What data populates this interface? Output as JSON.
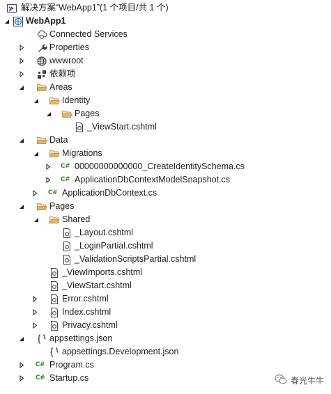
{
  "solution": {
    "label": "解决方案“WebApp1”(1 个项目/共 1 个)"
  },
  "project": {
    "label": "WebApp1"
  },
  "items": {
    "connected_services": "Connected Services",
    "properties": "Properties",
    "wwwroot": "wwwroot",
    "dependencies": "依赖项",
    "areas": "Areas",
    "identity": "Identity",
    "identity_pages": "Pages",
    "identity_viewstart": "_ViewStart.cshtml",
    "data": "Data",
    "migrations": "Migrations",
    "migration_create": "00000000000000_CreateIdentitySchema.cs",
    "migration_snapshot": "ApplicationDbContextModelSnapshot.cs",
    "app_db_context": "ApplicationDbContext.cs",
    "pages": "Pages",
    "shared": "Shared",
    "layout": "_Layout.cshtml",
    "login_partial": "_LoginPartial.cshtml",
    "validation_partial": "_ValidationScriptsPartial.cshtml",
    "view_imports": "_ViewImports.cshtml",
    "view_start": "_ViewStart.cshtml",
    "error": "Error.cshtml",
    "index": "Index.cshtml",
    "privacy": "Privacy.cshtml",
    "appsettings": "appsettings.json",
    "appsettings_dev": "appsettings.Development.json",
    "program": "Program.cs",
    "startup": "Startup.cs"
  },
  "icons": {
    "cs_glyph": "C#"
  },
  "watermark": {
    "label": "春光牛牛"
  },
  "colors": {
    "folder": "#dcb67a",
    "cs": "#368832",
    "project": "#1e6fd9",
    "solution": "#6c2ec2"
  }
}
